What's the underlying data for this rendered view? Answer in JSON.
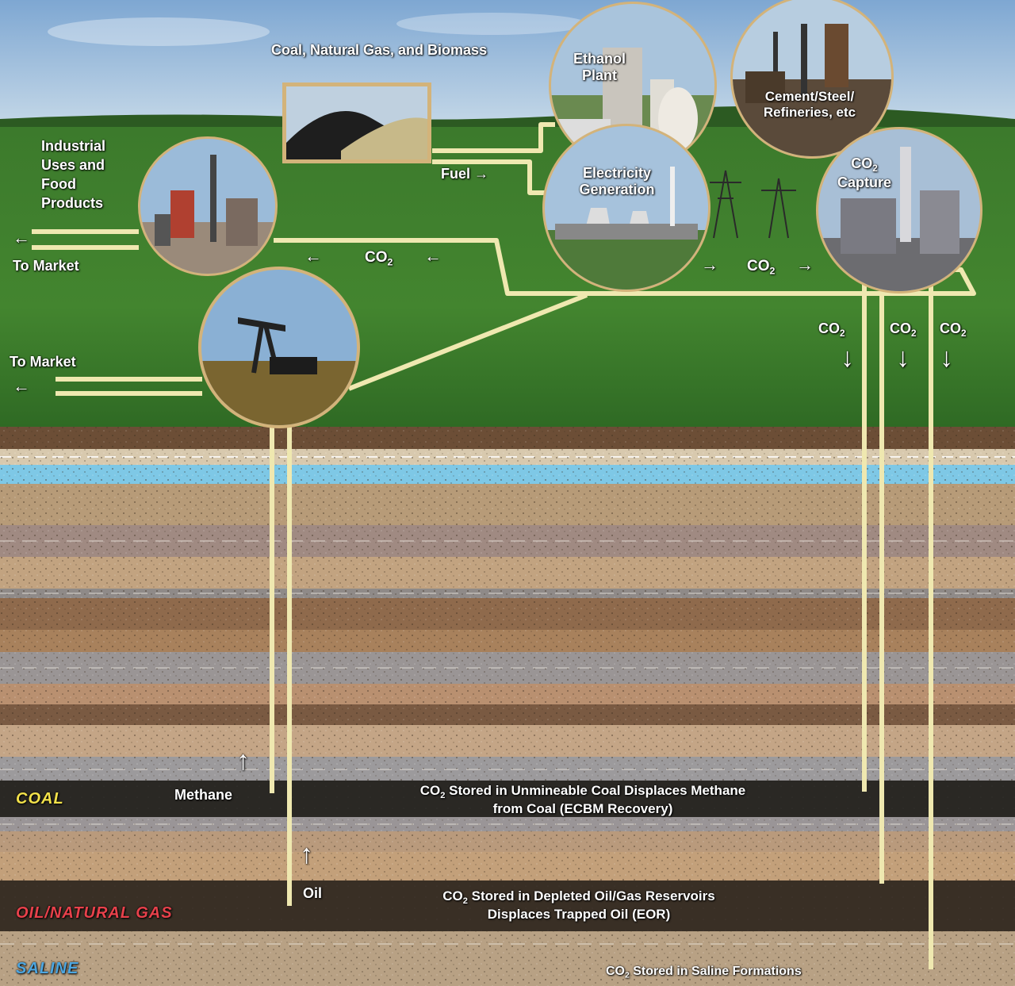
{
  "labels": {
    "coal_gas_biomass": "Coal, Natural Gas, and Biomass",
    "ethanol_plant": "Ethanol Plant",
    "cement_steel": "Cement/Steel/ Refineries, etc",
    "industrial_uses": "Industrial Uses and Food Products",
    "fuel": "Fuel →",
    "electricity_generation": "Electricity Generation",
    "co2_capture_co": "CO",
    "co2_capture_sub": "2",
    "co2_capture_word": "Capture",
    "to_market_1": "To Market",
    "to_market_2": "To Market",
    "left_arrow": "←",
    "co2_left_main": "CO",
    "co2_sub": "2",
    "co2_right_main": "CO",
    "arrow_right": "→",
    "arrow_left": "←",
    "down_arrow": "↓",
    "up_arrow": "↑",
    "co2_down_1": "CO",
    "co2_down_2": "CO",
    "co2_down_3": "CO",
    "methane": "Methane",
    "oil": "Oil"
  },
  "strata": {
    "coal": "COAL",
    "oil_gas": "OIL/NATURAL GAS",
    "saline": "SALINE"
  },
  "storage": {
    "coal_line1_prefix": "CO",
    "coal_line1_rest": "Stored in Unmineable Coal Displaces Methane",
    "coal_line2": "from Coal (ECBM Recovery)",
    "oil_line1_prefix": "CO",
    "oil_line1_rest": "Stored in Depleted Oil/Gas Reservoirs",
    "oil_line2": "Displaces Trapped Oil (EOR)",
    "saline_prefix": "CO",
    "saline_rest": "Stored in Saline Formations"
  },
  "colors": {
    "sky": "#8fb3d6",
    "grass": "#3f7f2e",
    "pipe": "#efe8b0",
    "coal_seam": "#2a2825",
    "water": "#7ec8e6",
    "coal_label": "#f2e14a",
    "oil_label": "#e8414b",
    "saline_label": "#4da6e0"
  }
}
